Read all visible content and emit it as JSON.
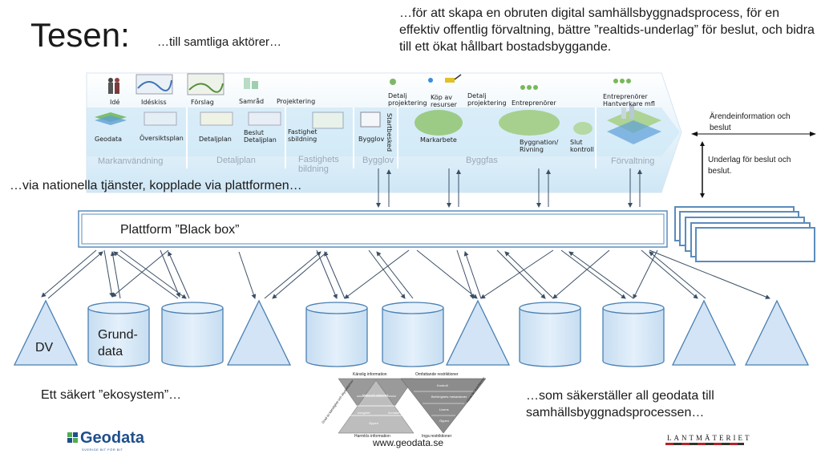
{
  "title": "Tesen:",
  "subtitle_actors": "…till samtliga aktörer…",
  "thesis_text": "…för att skapa en obruten digital samhällsbyggnadsprocess, för en effektiv offentlig förvaltning, bättre ”realtids-underlag” för beslut, och bidra till ett ökat hållbart bostadsbyggande.",
  "services_text": "…via nationella tjänster, kopplade via plattformen…",
  "platform_label": "Plattform ”Black box”",
  "ecosystem_text": "Ett säkert ”ekosystem”…",
  "geodata_text": "…som säkerställer all geodata till samhällsbyggnadsprocessen…",
  "right_labels": {
    "top": "Ärendeinformation och beslut",
    "bottom": "Underlag för beslut och beslut."
  },
  "process_top": [
    "Idé",
    "Idéskiss",
    "Förslag",
    "Samråd",
    "Projektering",
    "Detalj projektering",
    "Köp av resurser",
    "Detalj projektering",
    "Entreprenörer",
    "Entreprenörer Hantverkare mfl"
  ],
  "process_mid": [
    "Geodata",
    "Översiktsplan",
    "Detaljplan",
    "Beslut Detaljplan",
    "Fastighet sbildning",
    "Bygglov",
    "Startbesked",
    "Markarbete",
    "Byggnation/ Rivning",
    "Slut kontroll"
  ],
  "phases": [
    "Markanvändning",
    "Detaljplan",
    "Fastighets bildning",
    "Bygglov",
    "Byggfas",
    "Förvaltning"
  ],
  "databases": {
    "dv": "DV",
    "grunddata": "Grund- data"
  },
  "pyramid": {
    "left_top": "Känslig information",
    "left_bottom": "Harmlös information",
    "right_top": "Omfattande restriktioner",
    "right_bottom": "Inga restriktioner",
    "levels_left": [
      "Nationell säkerhet",
      "Integritet",
      "Immateriell rätt",
      "Öppen"
    ],
    "levels_right": [
      "Kontroll",
      "Behörighets mekanismer",
      "Licens",
      "Öppen"
    ],
    "side_left": "Grad av känslighet och skyddsbehov",
    "side_right": "Växande restriktioner"
  },
  "footer": {
    "geodata_logo": "Geodata",
    "geodata_tagline": "SVERIGE BIT FÖR BIT",
    "url": "www.geodata.se",
    "lantmateriet": "LANTMÄTERIET"
  },
  "colors": {
    "band": "#d9ecf7",
    "band_border": "#6e9fc8",
    "shape_fill": "#d2e4f5",
    "shape_stroke": "#4a7fb2",
    "arrow": "#3b4f66",
    "logo_blue": "#1f4e8c",
    "logo_green": "#4caf50"
  },
  "icons": [
    "meeting-icon",
    "sketch-map-icon",
    "proposal-map-icon",
    "consultation-icon",
    "excavator-icon",
    "construction-site-icon",
    "people-icon",
    "city-model-icon"
  ]
}
